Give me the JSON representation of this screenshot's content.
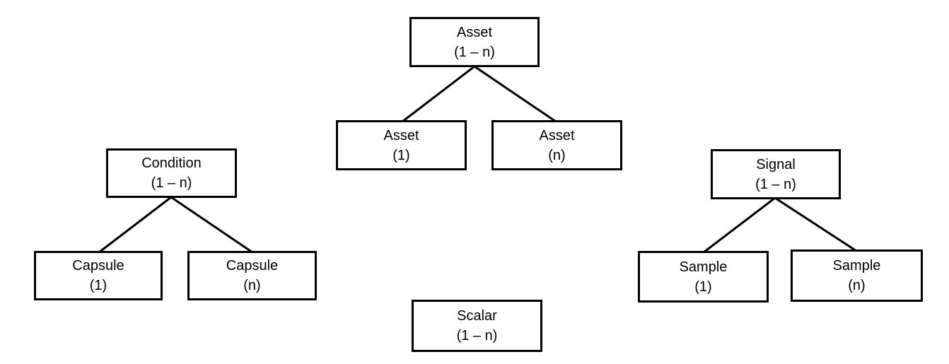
{
  "diagram": {
    "background_color": "#ffffff",
    "box_border_color": "#000000",
    "edge_color": "#000000",
    "trees": [
      {
        "parent": "Asset (1 – n)",
        "children": [
          "Asset (1)",
          "Asset (n)"
        ]
      },
      {
        "parent": "Condition (1 – n)",
        "children": [
          "Capsule (1)",
          "Capsule (n)"
        ]
      },
      {
        "parent": "Signal (1 – n)",
        "children": [
          "Sample (1)",
          "Sample (n)"
        ]
      },
      {
        "parent": "Scalar (1 – n)",
        "children": []
      }
    ]
  },
  "nodes": {
    "asset_parent": {
      "label": "Asset",
      "multiplicity": "(1 – n)"
    },
    "asset_1": {
      "label": "Asset",
      "multiplicity": "(1)"
    },
    "asset_n": {
      "label": "Asset",
      "multiplicity": "(n)"
    },
    "condition": {
      "label": "Condition",
      "multiplicity": "(1 – n)"
    },
    "capsule_1": {
      "label": "Capsule",
      "multiplicity": "(1)"
    },
    "capsule_n": {
      "label": "Capsule",
      "multiplicity": "(n)"
    },
    "signal": {
      "label": "Signal",
      "multiplicity": "(1 – n)"
    },
    "sample_1": {
      "label": "Sample",
      "multiplicity": "(1)"
    },
    "sample_n": {
      "label": "Sample",
      "multiplicity": "(n)"
    },
    "scalar": {
      "label": "Scalar",
      "multiplicity": "(1 – n)"
    }
  }
}
